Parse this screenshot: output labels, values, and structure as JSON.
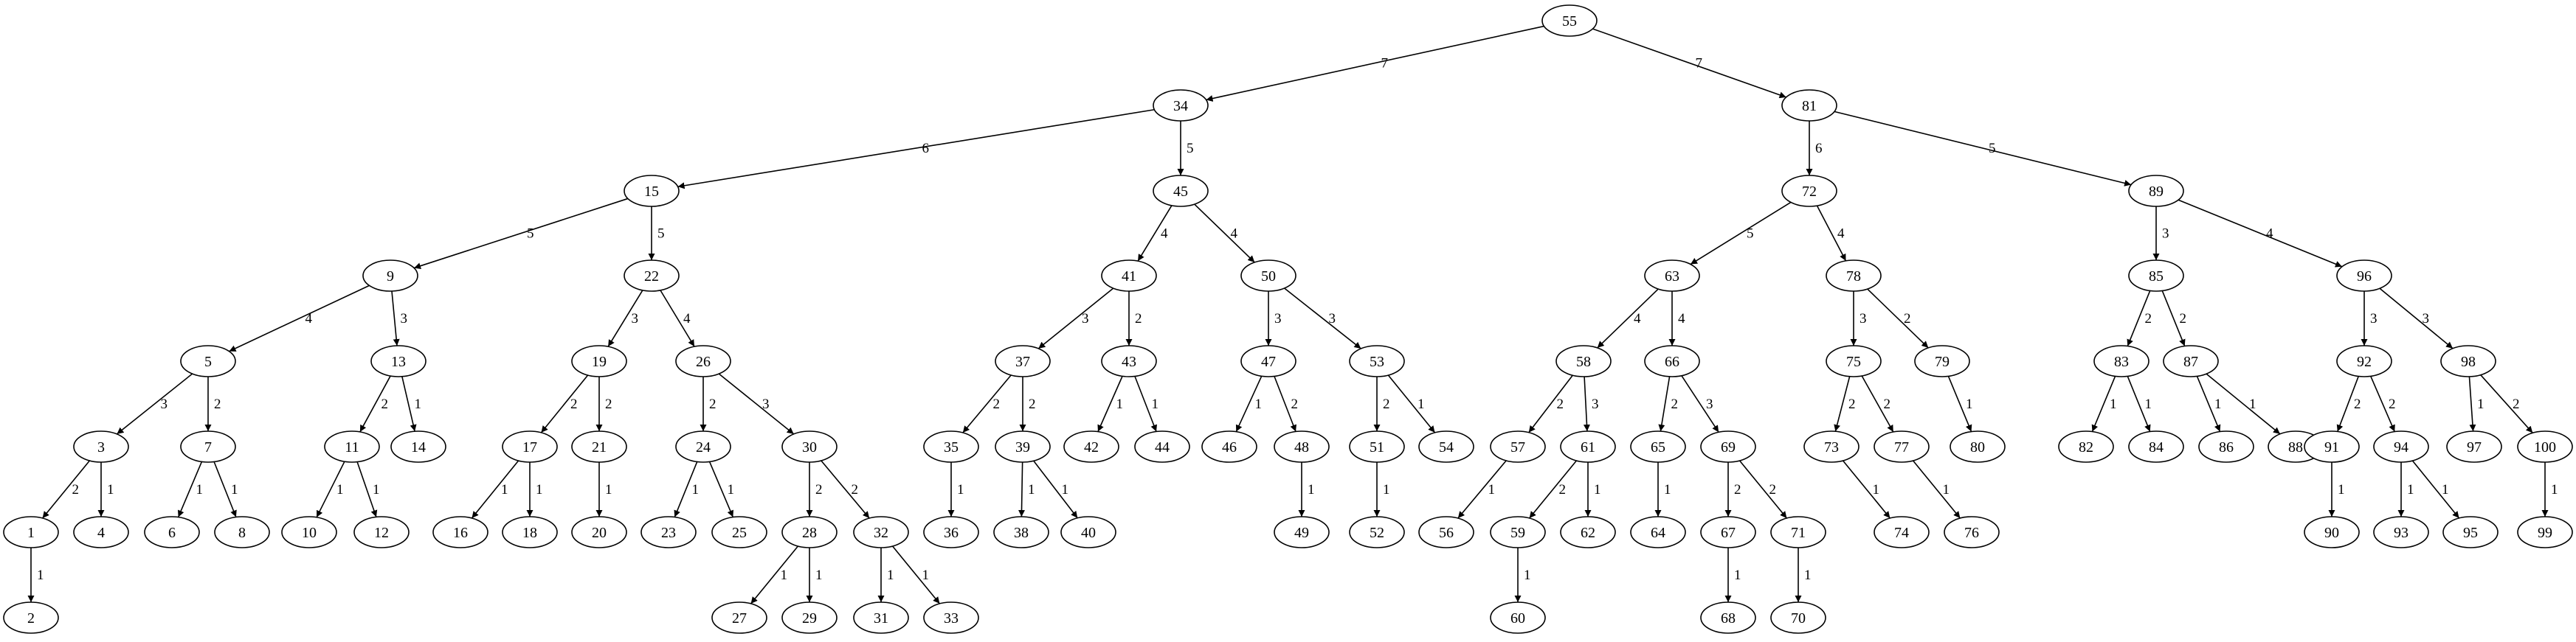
{
  "nodes": [
    "55",
    "34",
    "81",
    "15",
    "45",
    "72",
    "89",
    "9",
    "22",
    "41",
    "50",
    "63",
    "78",
    "85",
    "96",
    "5",
    "13",
    "19",
    "26",
    "37",
    "43",
    "47",
    "53",
    "58",
    "66",
    "75",
    "79",
    "83",
    "87",
    "92",
    "98",
    "3",
    "7",
    "11",
    "14",
    "17",
    "21",
    "24",
    "30",
    "35",
    "39",
    "42",
    "44",
    "46",
    "48",
    "51",
    "54",
    "57",
    "61",
    "65",
    "69",
    "73",
    "77",
    "80",
    "82",
    "84",
    "86",
    "88",
    "91",
    "94",
    "97",
    "100",
    "1",
    "4",
    "6",
    "8",
    "10",
    "12",
    "16",
    "18",
    "20",
    "23",
    "25",
    "28",
    "32",
    "36",
    "38",
    "40",
    "49",
    "52",
    "56",
    "59",
    "62",
    "64",
    "67",
    "71",
    "74",
    "76",
    "90",
    "93",
    "95",
    "99",
    "2",
    "27",
    "29",
    "31",
    "33",
    "60",
    "68",
    "70"
  ],
  "edges": [
    {
      "from": "55",
      "to": "34",
      "label": "7"
    },
    {
      "from": "55",
      "to": "81",
      "label": "7"
    },
    {
      "from": "34",
      "to": "15",
      "label": "6"
    },
    {
      "from": "34",
      "to": "45",
      "label": "5"
    },
    {
      "from": "81",
      "to": "72",
      "label": "6"
    },
    {
      "from": "81",
      "to": "89",
      "label": "5"
    },
    {
      "from": "15",
      "to": "9",
      "label": "5"
    },
    {
      "from": "15",
      "to": "22",
      "label": "5"
    },
    {
      "from": "45",
      "to": "41",
      "label": "4"
    },
    {
      "from": "45",
      "to": "50",
      "label": "4"
    },
    {
      "from": "72",
      "to": "63",
      "label": "5"
    },
    {
      "from": "72",
      "to": "78",
      "label": "4"
    },
    {
      "from": "89",
      "to": "85",
      "label": "3"
    },
    {
      "from": "89",
      "to": "96",
      "label": "4"
    },
    {
      "from": "9",
      "to": "5",
      "label": "4"
    },
    {
      "from": "9",
      "to": "13",
      "label": "3"
    },
    {
      "from": "22",
      "to": "19",
      "label": "3"
    },
    {
      "from": "22",
      "to": "26",
      "label": "4"
    },
    {
      "from": "41",
      "to": "37",
      "label": "3"
    },
    {
      "from": "41",
      "to": "43",
      "label": "2"
    },
    {
      "from": "50",
      "to": "47",
      "label": "3"
    },
    {
      "from": "50",
      "to": "53",
      "label": "3"
    },
    {
      "from": "63",
      "to": "58",
      "label": "4"
    },
    {
      "from": "63",
      "to": "66",
      "label": "4"
    },
    {
      "from": "78",
      "to": "75",
      "label": "3"
    },
    {
      "from": "78",
      "to": "79",
      "label": "2"
    },
    {
      "from": "85",
      "to": "83",
      "label": "2"
    },
    {
      "from": "85",
      "to": "87",
      "label": "2"
    },
    {
      "from": "96",
      "to": "92",
      "label": "3"
    },
    {
      "from": "96",
      "to": "98",
      "label": "3"
    },
    {
      "from": "5",
      "to": "3",
      "label": "3"
    },
    {
      "from": "5",
      "to": "7",
      "label": "2"
    },
    {
      "from": "13",
      "to": "11",
      "label": "2"
    },
    {
      "from": "13",
      "to": "14",
      "label": "1"
    },
    {
      "from": "19",
      "to": "17",
      "label": "2"
    },
    {
      "from": "19",
      "to": "21",
      "label": "2"
    },
    {
      "from": "26",
      "to": "24",
      "label": "2"
    },
    {
      "from": "26",
      "to": "30",
      "label": "3"
    },
    {
      "from": "37",
      "to": "35",
      "label": "2"
    },
    {
      "from": "37",
      "to": "39",
      "label": "2"
    },
    {
      "from": "43",
      "to": "42",
      "label": "1"
    },
    {
      "from": "43",
      "to": "44",
      "label": "1"
    },
    {
      "from": "47",
      "to": "46",
      "label": "1"
    },
    {
      "from": "47",
      "to": "48",
      "label": "2"
    },
    {
      "from": "53",
      "to": "51",
      "label": "2"
    },
    {
      "from": "53",
      "to": "54",
      "label": "1"
    },
    {
      "from": "58",
      "to": "57",
      "label": "2"
    },
    {
      "from": "58",
      "to": "61",
      "label": "3"
    },
    {
      "from": "66",
      "to": "65",
      "label": "2"
    },
    {
      "from": "66",
      "to": "69",
      "label": "3"
    },
    {
      "from": "75",
      "to": "73",
      "label": "2"
    },
    {
      "from": "75",
      "to": "77",
      "label": "2"
    },
    {
      "from": "79",
      "to": "80",
      "label": "1"
    },
    {
      "from": "83",
      "to": "82",
      "label": "1"
    },
    {
      "from": "83",
      "to": "84",
      "label": "1"
    },
    {
      "from": "87",
      "to": "86",
      "label": "1"
    },
    {
      "from": "87",
      "to": "88",
      "label": "1"
    },
    {
      "from": "92",
      "to": "91",
      "label": "2"
    },
    {
      "from": "92",
      "to": "94",
      "label": "2"
    },
    {
      "from": "98",
      "to": "97",
      "label": "1"
    },
    {
      "from": "98",
      "to": "100",
      "label": "2"
    },
    {
      "from": "3",
      "to": "1",
      "label": "2"
    },
    {
      "from": "3",
      "to": "4",
      "label": "1"
    },
    {
      "from": "7",
      "to": "6",
      "label": "1"
    },
    {
      "from": "7",
      "to": "8",
      "label": "1"
    },
    {
      "from": "11",
      "to": "10",
      "label": "1"
    },
    {
      "from": "11",
      "to": "12",
      "label": "1"
    },
    {
      "from": "17",
      "to": "16",
      "label": "1"
    },
    {
      "from": "17",
      "to": "18",
      "label": "1"
    },
    {
      "from": "21",
      "to": "20",
      "label": "1"
    },
    {
      "from": "24",
      "to": "23",
      "label": "1"
    },
    {
      "from": "24",
      "to": "25",
      "label": "1"
    },
    {
      "from": "30",
      "to": "28",
      "label": "2"
    },
    {
      "from": "30",
      "to": "32",
      "label": "2"
    },
    {
      "from": "35",
      "to": "36",
      "label": "1"
    },
    {
      "from": "39",
      "to": "38",
      "label": "1"
    },
    {
      "from": "39",
      "to": "40",
      "label": "1"
    },
    {
      "from": "48",
      "to": "49",
      "label": "1"
    },
    {
      "from": "51",
      "to": "52",
      "label": "1"
    },
    {
      "from": "57",
      "to": "56",
      "label": "1"
    },
    {
      "from": "61",
      "to": "59",
      "label": "2"
    },
    {
      "from": "61",
      "to": "62",
      "label": "1"
    },
    {
      "from": "65",
      "to": "64",
      "label": "1"
    },
    {
      "from": "69",
      "to": "67",
      "label": "2"
    },
    {
      "from": "69",
      "to": "71",
      "label": "2"
    },
    {
      "from": "73",
      "to": "74",
      "label": "1"
    },
    {
      "from": "77",
      "to": "76",
      "label": "1"
    },
    {
      "from": "91",
      "to": "90",
      "label": "1"
    },
    {
      "from": "94",
      "to": "93",
      "label": "1"
    },
    {
      "from": "94",
      "to": "95",
      "label": "1"
    },
    {
      "from": "100",
      "to": "99",
      "label": "1"
    },
    {
      "from": "1",
      "to": "2",
      "label": "1"
    },
    {
      "from": "28",
      "to": "27",
      "label": "1"
    },
    {
      "from": "28",
      "to": "29",
      "label": "1"
    },
    {
      "from": "32",
      "to": "31",
      "label": "1"
    },
    {
      "from": "32",
      "to": "33",
      "label": "1"
    },
    {
      "from": "59",
      "to": "60",
      "label": "1"
    },
    {
      "from": "67",
      "to": "68",
      "label": "1"
    },
    {
      "from": "71",
      "to": "70",
      "label": "1"
    }
  ]
}
